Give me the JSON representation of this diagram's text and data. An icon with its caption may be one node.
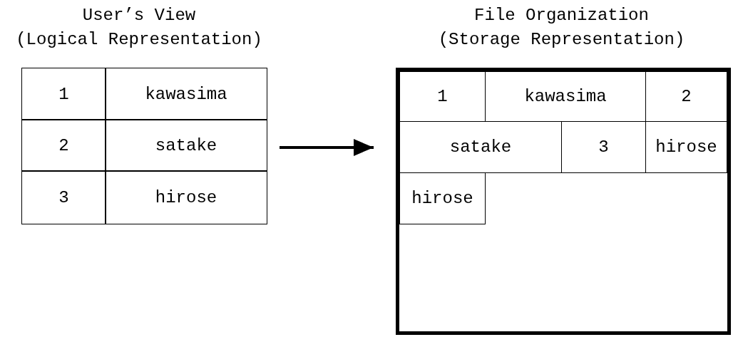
{
  "diagram": {
    "nodes": [
      {
        "text": [
          "User’s View",
          "(Logical Representation)"
        ]
      },
      {
        "text": [
          "1"
        ],
        "in": 0
      },
      {
        "text": [
          "kawasima"
        ],
        "in": 0
      },
      {
        "text": [
          "2"
        ],
        "in": 0
      },
      {
        "text": [
          "satake"
        ],
        "in": 0
      },
      {
        "text": [
          "3"
        ],
        "in": 0
      },
      {
        "text": [
          "hirose"
        ],
        "in": 0
      },
      {
        "text": [
          "File Organization",
          "(Storage Representation)"
        ]
      },
      {
        "text": [
          "1"
        ],
        "in": 7
      },
      {
        "text": [
          "kawasima"
        ],
        "in": 7
      },
      {
        "text": [
          "2"
        ],
        "in": 7
      },
      {
        "text": [
          "satake"
        ],
        "in": 7
      },
      {
        "text": [
          "3"
        ],
        "in": 7
      },
      {
        "text": [
          "hirose"
        ],
        "in": 7
      },
      {
        "text": [
          "hirose"
        ],
        "in": 7
      }
    ],
    "edges": [
      {
        "from": 0,
        "to": 7,
        "arrow": "to"
      }
    ]
  }
}
